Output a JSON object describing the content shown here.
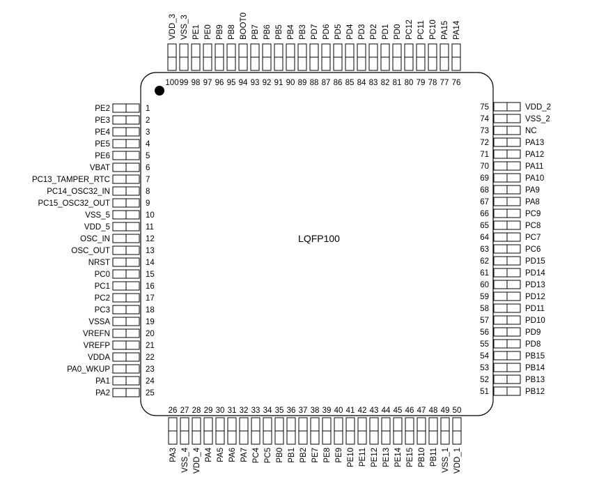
{
  "package_label": "LQFP100",
  "colors": {
    "line": "#000000",
    "background": "#ffffff"
  },
  "pins": {
    "left": [
      {
        "num": "1",
        "name": "PE2"
      },
      {
        "num": "2",
        "name": "PE3"
      },
      {
        "num": "3",
        "name": "PE4"
      },
      {
        "num": "4",
        "name": "PE5"
      },
      {
        "num": "5",
        "name": "PE6"
      },
      {
        "num": "6",
        "name": "VBAT"
      },
      {
        "num": "7",
        "name": "PC13_TAMPER_RTC"
      },
      {
        "num": "8",
        "name": "PC14_OSC32_IN"
      },
      {
        "num": "9",
        "name": "PC15_OSC32_OUT"
      },
      {
        "num": "10",
        "name": "VSS_5"
      },
      {
        "num": "11",
        "name": "VDD_5"
      },
      {
        "num": "12",
        "name": "OSC_IN"
      },
      {
        "num": "13",
        "name": "OSC_OUT"
      },
      {
        "num": "14",
        "name": "NRST"
      },
      {
        "num": "15",
        "name": "PC0"
      },
      {
        "num": "16",
        "name": "PC1"
      },
      {
        "num": "17",
        "name": "PC2"
      },
      {
        "num": "18",
        "name": "PC3"
      },
      {
        "num": "19",
        "name": "VSSA"
      },
      {
        "num": "20",
        "name": "VREFN"
      },
      {
        "num": "21",
        "name": "VREFP"
      },
      {
        "num": "22",
        "name": "VDDA"
      },
      {
        "num": "23",
        "name": "PA0_WKUP"
      },
      {
        "num": "24",
        "name": "PA1"
      },
      {
        "num": "25",
        "name": "PA2"
      }
    ],
    "bottom": [
      {
        "num": "26",
        "name": "PA3"
      },
      {
        "num": "27",
        "name": "VSS_4"
      },
      {
        "num": "28",
        "name": "VDD_4"
      },
      {
        "num": "29",
        "name": "PA4"
      },
      {
        "num": "30",
        "name": "PA5"
      },
      {
        "num": "31",
        "name": "PA6"
      },
      {
        "num": "32",
        "name": "PA7"
      },
      {
        "num": "33",
        "name": "PC4"
      },
      {
        "num": "34",
        "name": "PC5"
      },
      {
        "num": "35",
        "name": "PB0"
      },
      {
        "num": "36",
        "name": "PB1"
      },
      {
        "num": "37",
        "name": "PB2"
      },
      {
        "num": "38",
        "name": "PE7"
      },
      {
        "num": "39",
        "name": "PE8"
      },
      {
        "num": "40",
        "name": "PE9"
      },
      {
        "num": "41",
        "name": "PE10"
      },
      {
        "num": "42",
        "name": "PE11"
      },
      {
        "num": "43",
        "name": "PE12"
      },
      {
        "num": "44",
        "name": "PE13"
      },
      {
        "num": "45",
        "name": "PE14"
      },
      {
        "num": "46",
        "name": "PE15"
      },
      {
        "num": "47",
        "name": "PB10"
      },
      {
        "num": "48",
        "name": "PB11"
      },
      {
        "num": "49",
        "name": "VSS_1"
      },
      {
        "num": "50",
        "name": "VDD_1"
      }
    ],
    "right": [
      {
        "num": "75",
        "name": "VDD_2"
      },
      {
        "num": "74",
        "name": "VSS_2"
      },
      {
        "num": "73",
        "name": "NC"
      },
      {
        "num": "72",
        "name": "PA13"
      },
      {
        "num": "71",
        "name": "PA12"
      },
      {
        "num": "70",
        "name": "PA11"
      },
      {
        "num": "69",
        "name": "PA10"
      },
      {
        "num": "68",
        "name": "PA9"
      },
      {
        "num": "67",
        "name": "PA8"
      },
      {
        "num": "66",
        "name": "PC9"
      },
      {
        "num": "65",
        "name": "PC8"
      },
      {
        "num": "64",
        "name": "PC7"
      },
      {
        "num": "63",
        "name": "PC6"
      },
      {
        "num": "62",
        "name": "PD15"
      },
      {
        "num": "61",
        "name": "PD14"
      },
      {
        "num": "60",
        "name": "PD13"
      },
      {
        "num": "59",
        "name": "PD12"
      },
      {
        "num": "58",
        "name": "PD11"
      },
      {
        "num": "57",
        "name": "PD10"
      },
      {
        "num": "56",
        "name": "PD9"
      },
      {
        "num": "55",
        "name": "PD8"
      },
      {
        "num": "54",
        "name": "PB15"
      },
      {
        "num": "53",
        "name": "PB14"
      },
      {
        "num": "52",
        "name": "PB13"
      },
      {
        "num": "51",
        "name": "PB12"
      }
    ],
    "top": [
      {
        "num": "100",
        "name": "VDD_3"
      },
      {
        "num": "99",
        "name": "VSS_3"
      },
      {
        "num": "98",
        "name": "PE1"
      },
      {
        "num": "97",
        "name": "PE0"
      },
      {
        "num": "96",
        "name": "PB9"
      },
      {
        "num": "95",
        "name": "PB8"
      },
      {
        "num": "94",
        "name": "BOOT0"
      },
      {
        "num": "93",
        "name": "PB7"
      },
      {
        "num": "92",
        "name": "PB6"
      },
      {
        "num": "91",
        "name": "PB5"
      },
      {
        "num": "90",
        "name": "PB4"
      },
      {
        "num": "89",
        "name": "PB3"
      },
      {
        "num": "88",
        "name": "PD7"
      },
      {
        "num": "87",
        "name": "PD6"
      },
      {
        "num": "86",
        "name": "PD5"
      },
      {
        "num": "85",
        "name": "PD4"
      },
      {
        "num": "84",
        "name": "PD3"
      },
      {
        "num": "83",
        "name": "PD2"
      },
      {
        "num": "82",
        "name": "PD1"
      },
      {
        "num": "81",
        "name": "PD0"
      },
      {
        "num": "80",
        "name": "PC12"
      },
      {
        "num": "79",
        "name": "PC11"
      },
      {
        "num": "78",
        "name": "PC10"
      },
      {
        "num": "77",
        "name": "PA15"
      },
      {
        "num": "76",
        "name": "PA14"
      }
    ]
  }
}
